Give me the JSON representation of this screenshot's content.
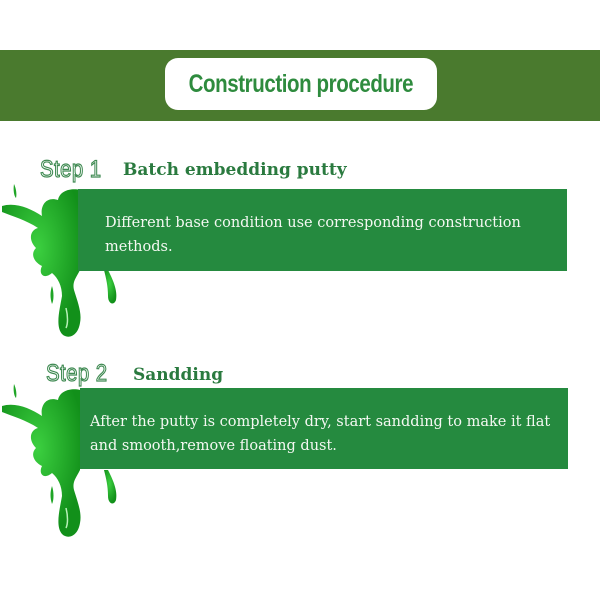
{
  "header": {
    "title": "Construction procedure",
    "banner_color": "#4a7a2e",
    "title_color": "#2e8b3e"
  },
  "steps": [
    {
      "label": "Step 1",
      "title": "Batch embedding putty",
      "description": "Different base condition use corresponding construction methods.",
      "icon": "green-paint-splash-icon"
    },
    {
      "label": "Step 2",
      "title": "Sandding",
      "description": "After the putty is completely dry, start sandding to make it flat and smooth,remove floating dust.",
      "icon": "green-paint-splash-icon"
    }
  ],
  "colors": {
    "box": "#258a3f",
    "splash": "#1fa526"
  }
}
